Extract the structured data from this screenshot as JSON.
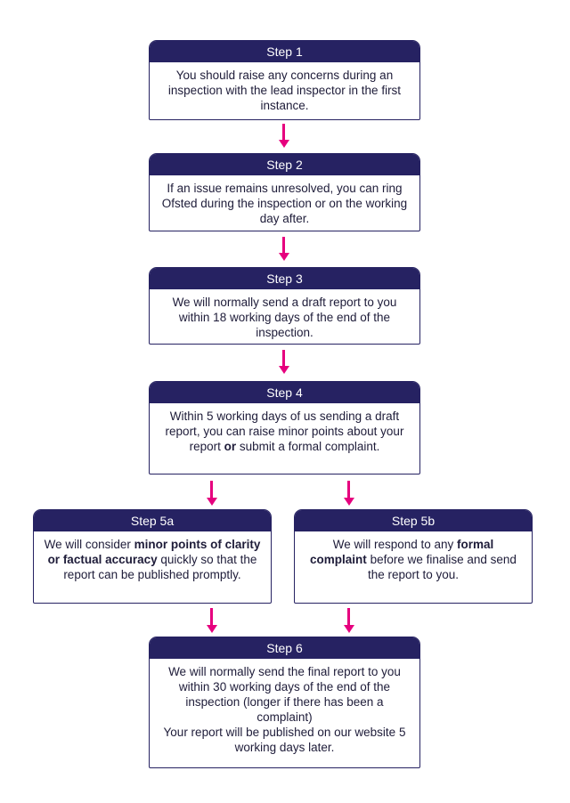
{
  "colors": {
    "header_bg": "#262262",
    "box_border": "#262262",
    "header_text": "#ffffff",
    "body_text": "#1e1c39",
    "arrow": "#e6007e",
    "page_bg": "#ffffff"
  },
  "flow": {
    "connectors": [
      {
        "from": "Step 1",
        "to": "Step 2"
      },
      {
        "from": "Step 2",
        "to": "Step 3"
      },
      {
        "from": "Step 3",
        "to": "Step 4"
      },
      {
        "from": "Step 4",
        "to": "Step 5a"
      },
      {
        "from": "Step 4",
        "to": "Step 5b"
      },
      {
        "from": "Step 5a",
        "to": "Step 6"
      },
      {
        "from": "Step 5b",
        "to": "Step 6"
      }
    ]
  },
  "steps": [
    {
      "key": "1",
      "title": "Step 1",
      "paragraphs": [
        [
          {
            "t": "You should raise any concerns during an inspection with the lead inspector in the first instance.",
            "b": false
          }
        ]
      ]
    },
    {
      "key": "2",
      "title": "Step 2",
      "paragraphs": [
        [
          {
            "t": "If an issue remains unresolved, you can ring Ofsted during the inspection or on the working day after.",
            "b": false
          }
        ]
      ]
    },
    {
      "key": "3",
      "title": "Step 3",
      "paragraphs": [
        [
          {
            "t": "We will normally send a draft report to you within 18 working days of the end of the inspection.",
            "b": false
          }
        ]
      ]
    },
    {
      "key": "4",
      "title": "Step 4",
      "paragraphs": [
        [
          {
            "t": "Within 5 working days of us sending a draft report, you can raise minor points about your report ",
            "b": false
          },
          {
            "t": "or",
            "b": true
          },
          {
            "t": " submit a formal complaint.",
            "b": false
          }
        ]
      ]
    },
    {
      "key": "5a",
      "title": "Step 5a",
      "paragraphs": [
        [
          {
            "t": "We will consider ",
            "b": false
          },
          {
            "t": "minor points of clarity or factual accuracy",
            "b": true
          },
          {
            "t": " quickly so that the report can be published promptly.",
            "b": false
          }
        ]
      ]
    },
    {
      "key": "5b",
      "title": "Step 5b",
      "paragraphs": [
        [
          {
            "t": "We will respond to any ",
            "b": false
          },
          {
            "t": "formal complaint",
            "b": true
          },
          {
            "t": " before we finalise and send the report to you.",
            "b": false
          }
        ]
      ]
    },
    {
      "key": "6",
      "title": "Step 6",
      "paragraphs": [
        [
          {
            "t": "We will normally send the final report to you within 30 working days of the end of the inspection (longer if there has been a complaint)",
            "b": false
          }
        ],
        [
          {
            "t": "Your report will be published on our website 5 working days later.",
            "b": false
          }
        ]
      ]
    }
  ]
}
